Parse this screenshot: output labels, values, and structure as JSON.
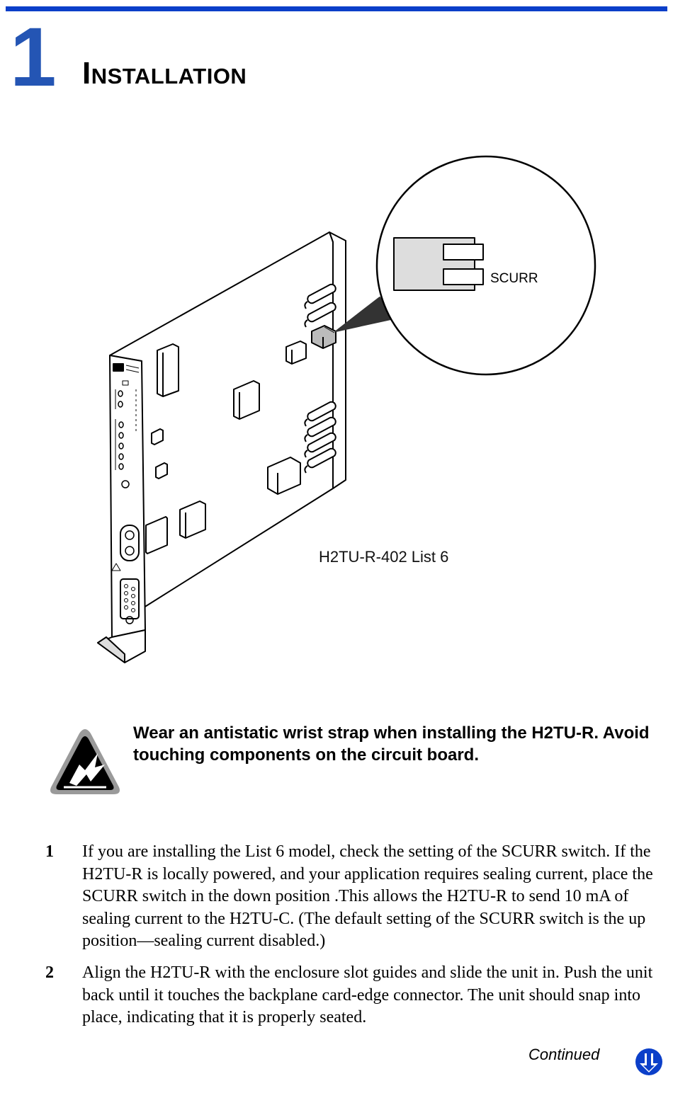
{
  "header": {
    "chapter_number": "1",
    "chapter_title": "Installation"
  },
  "figure": {
    "callout_label": "SCURR",
    "caption": "H2TU-R-402 List 6"
  },
  "warning": {
    "text": "Wear an antistatic wrist strap when installing the H2TU-R. Avoid touching components on the circuit board."
  },
  "steps": [
    {
      "number": "1",
      "text": "If you are installing the List 6 model, check the setting of the SCURR switch. If the H2TU-R is locally powered, and your application requires sealing current, place the SCURR switch in the down position .This allows the H2TU-R to send 10 mA of sealing current to the H2TU-C. (The default setting of the SCURR switch is the up position—sealing current disabled.)"
    },
    {
      "number": "2",
      "text": "Align the H2TU-R with the enclosure slot guides and slide the unit in. Push the unit back until it touches the backplane card-edge connector. The unit should snap into place, indicating that it is properly seated."
    }
  ],
  "footer": {
    "continued_label": "Continued"
  },
  "colors": {
    "accent_blue": "#0b3fc9",
    "chapter_blue": "#2455b4"
  }
}
